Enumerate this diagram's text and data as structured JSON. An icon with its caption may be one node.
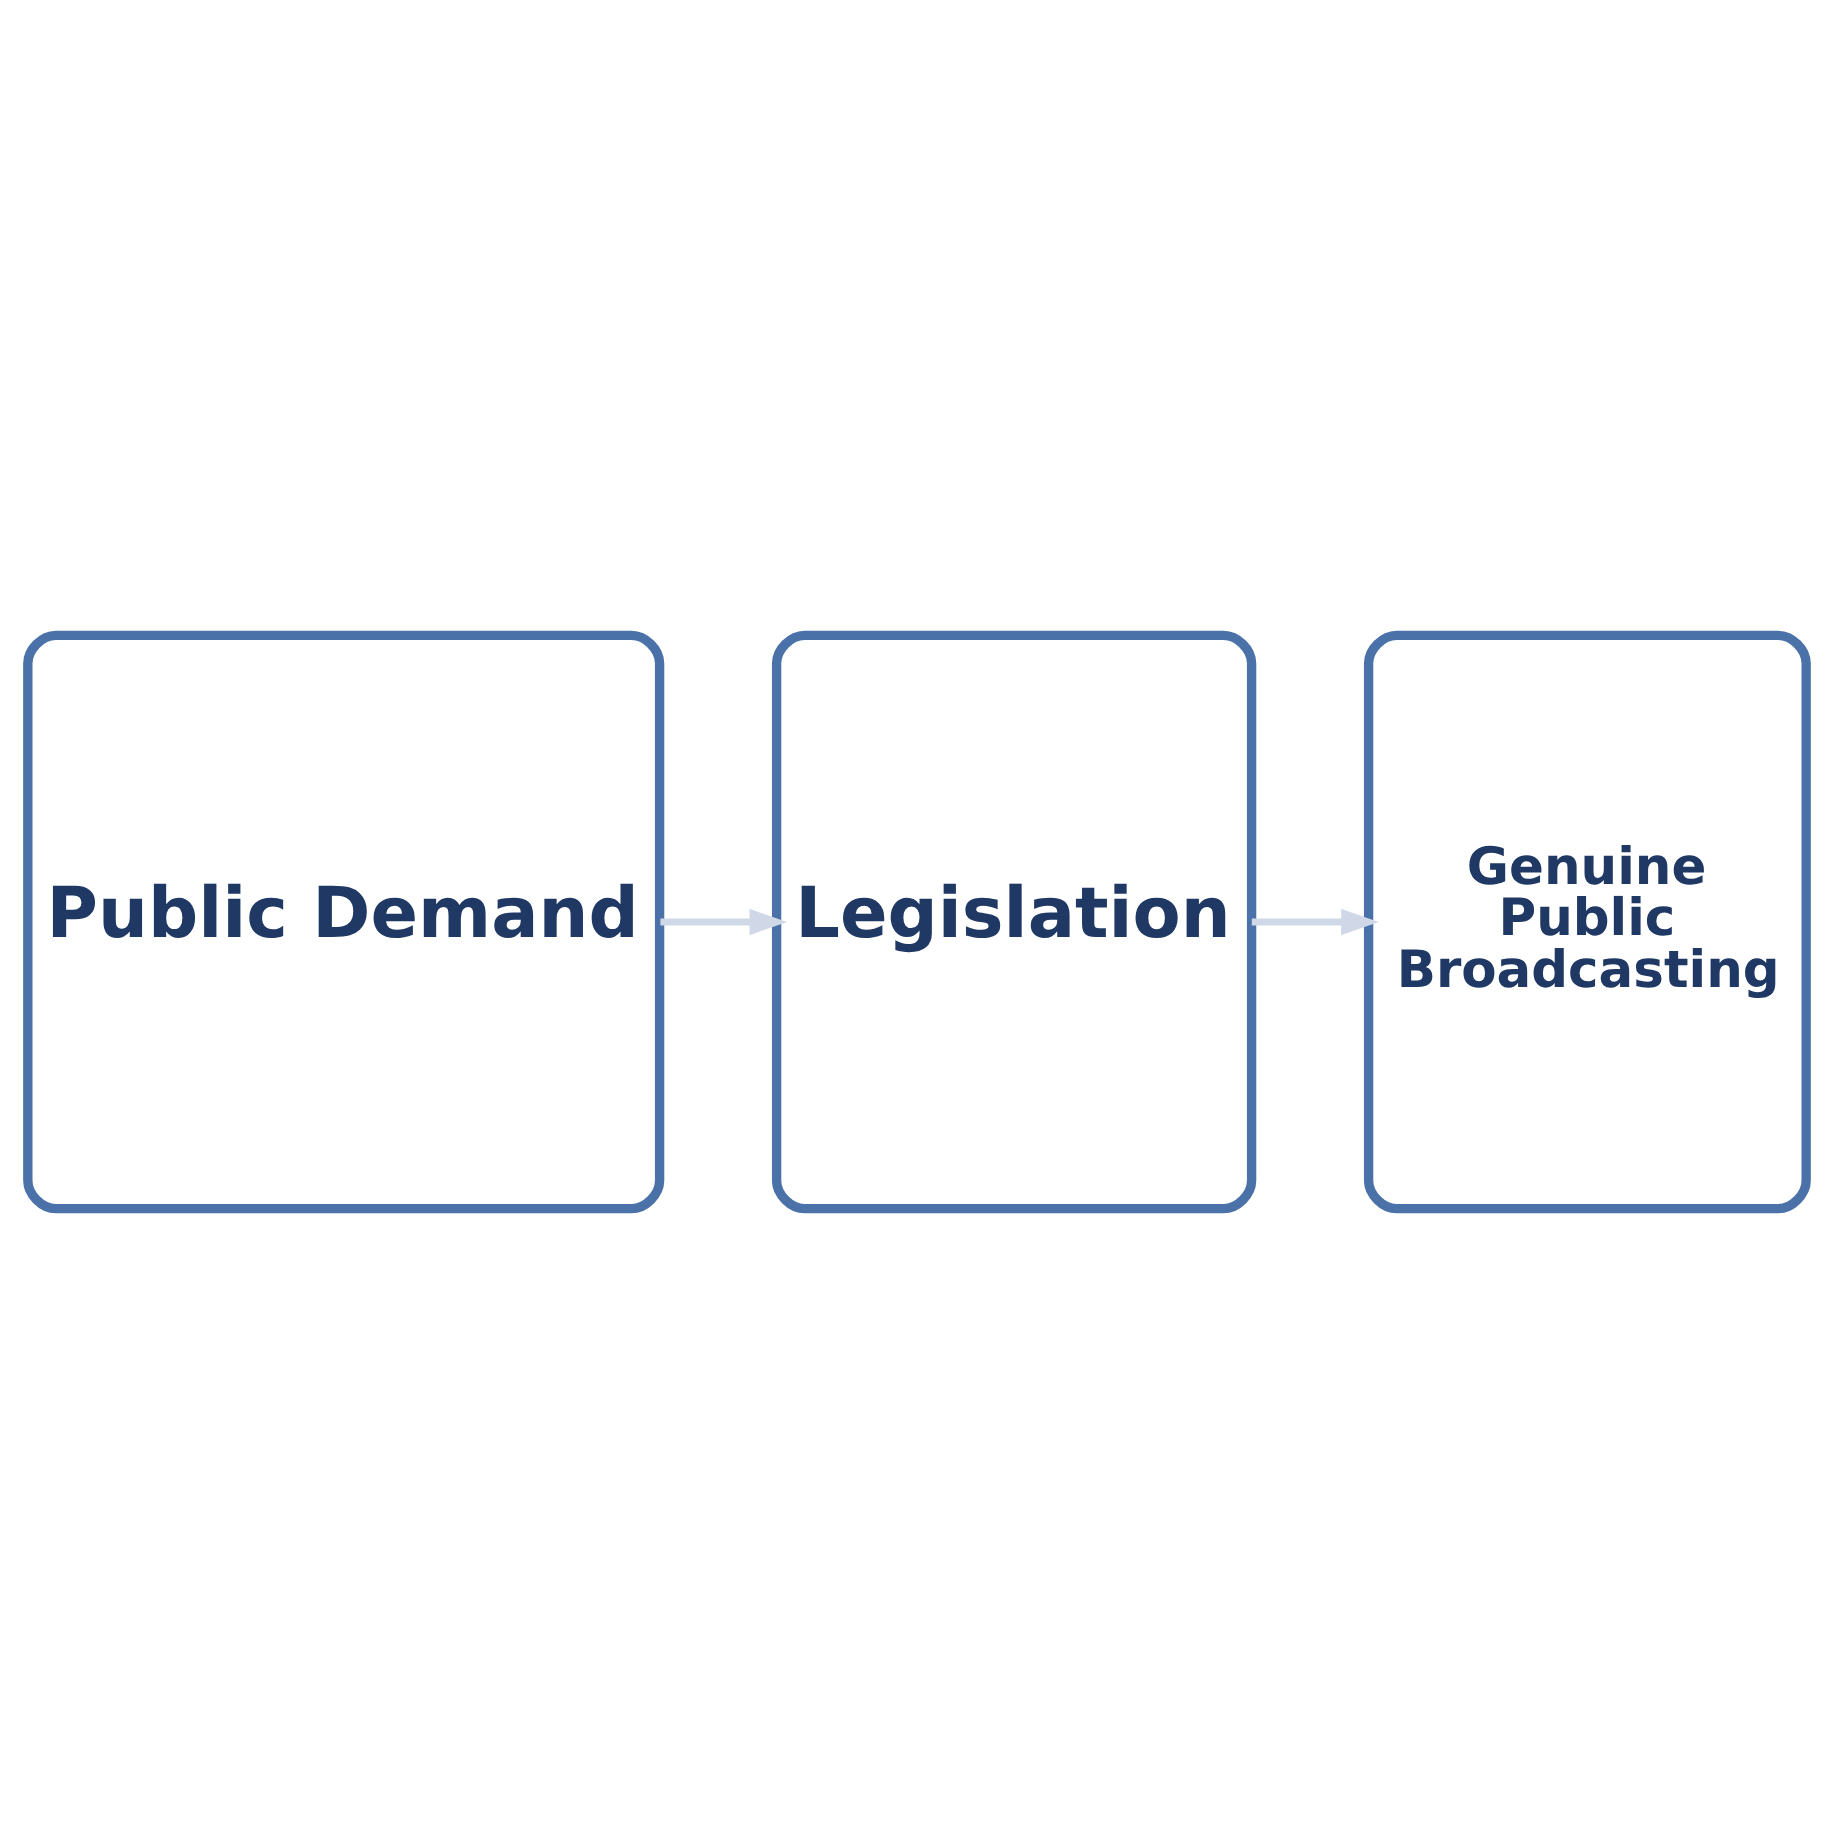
{
  "diagram": {
    "nodes": [
      {
        "text": [
          "Public Demand"
        ]
      },
      {
        "text": [
          "Legislation"
        ]
      },
      {
        "text": [
          "Genuine Public Broadcasting"
        ]
      }
    ],
    "edges": [
      {
        "from": 0,
        "to": 1,
        "arrow": "to",
        "color": "#d0d8e8"
      },
      {
        "from": 1,
        "to": 2,
        "arrow": "to",
        "color": "#d0d8e8"
      }
    ]
  }
}
